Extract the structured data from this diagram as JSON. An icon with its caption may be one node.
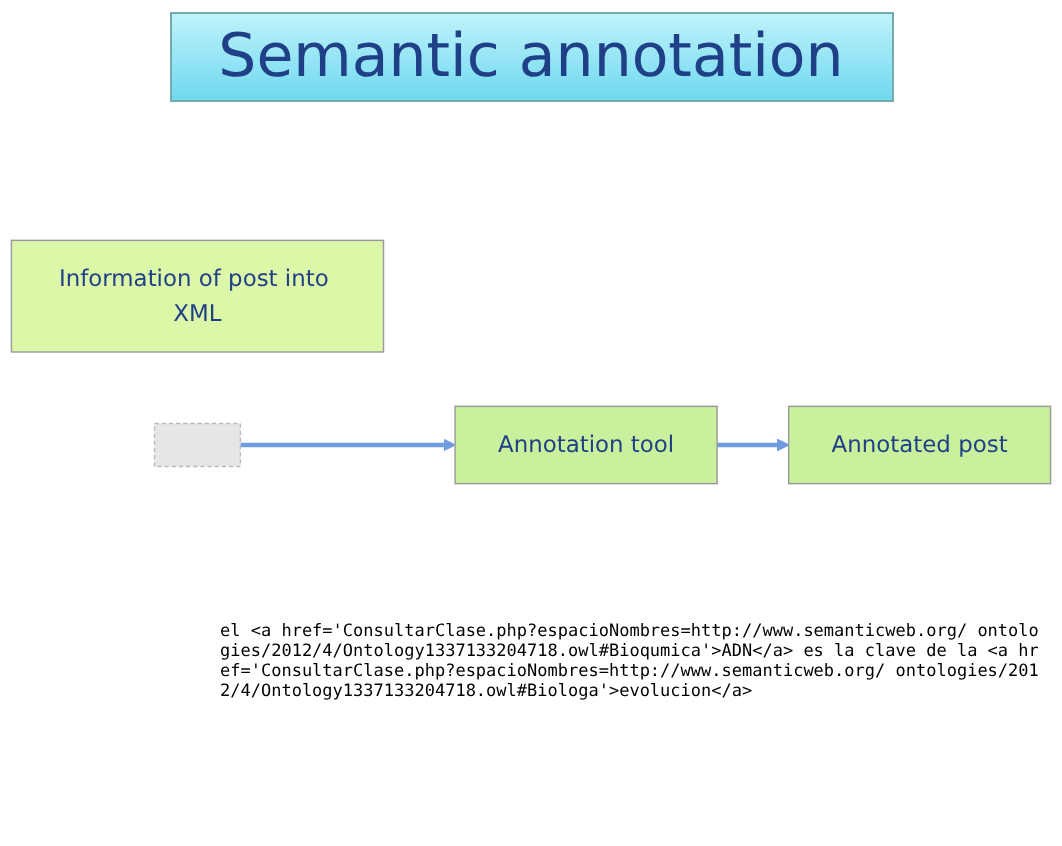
{
  "diagram": {
    "title": "Semantic annotation",
    "nodes": [
      {
        "text": [
          "Information of post into XML"
        ]
      },
      {
        "text": [],
        "shape": "picture"
      },
      {
        "text": [
          "Annotation tool"
        ]
      },
      {
        "text": [
          "Annotated post"
        ]
      }
    ],
    "edges": [
      {
        "from": 1,
        "to": 2,
        "arrow": "to"
      },
      {
        "from": 2,
        "to": 3,
        "arrow": "to"
      }
    ],
    "labels": [
      "el <a href='ConsultarClase.php?espacioNombres=http://www.semanticweb.org/ ontologies/2012/4/Ontology1337133204718.owl#Bioqumica'>ADN</a> es la clave de la <a href='ConsultarClase.php?espacioNombres=http://www.semanticweb.org/ ontologies/2012/4/Ontology1337133204718.owl#Biologa'>evolucion</a>"
    ]
  }
}
